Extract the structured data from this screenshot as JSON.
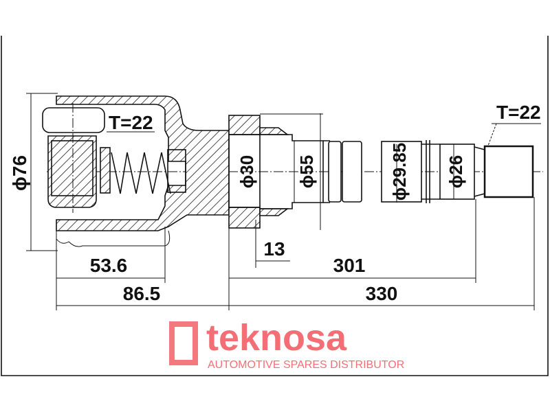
{
  "drawing": {
    "dimensions": {
      "outer_diameter": "ϕ76",
      "spline_diameter": "ϕ30",
      "seal_diameter": "ϕ55",
      "bearing_diameter": "ϕ29.85",
      "shaft_diameter": "ϕ26",
      "inner_teeth": "T=22",
      "outer_teeth": "T=22",
      "length_inner": "53.6",
      "length_joint": "86.5",
      "length_step": "13",
      "length_shaft": "301",
      "length_total": "330"
    },
    "watermark": {
      "brand": "teknosa",
      "tagline": "AUTOMOTIVE SPARES DISTRIBUTOR",
      "color": "#f04048"
    }
  }
}
